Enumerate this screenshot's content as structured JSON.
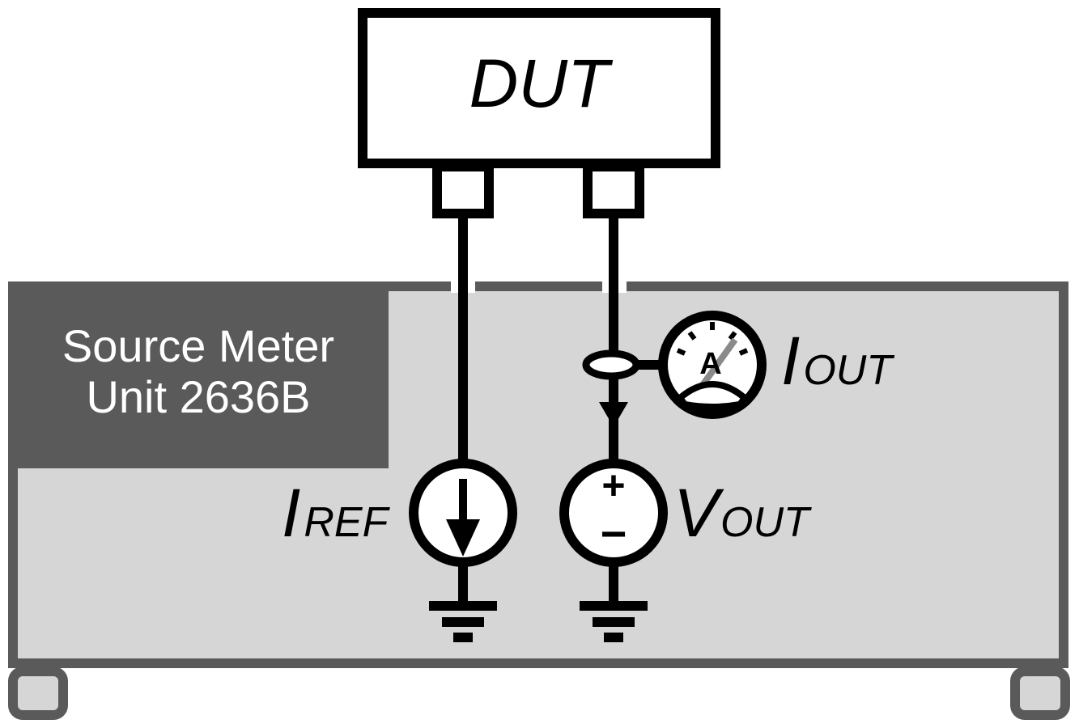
{
  "dut": {
    "label": "DUT"
  },
  "instrument": {
    "line1": "Source Meter",
    "line2": "Unit 2636B"
  },
  "current_source": {
    "symbol": "I",
    "subscript": "REF"
  },
  "voltage_source": {
    "symbol": "V",
    "subscript": "OUT",
    "plus": "+",
    "minus": "−"
  },
  "ammeter": {
    "letter": "A",
    "symbol": "I",
    "subscript": "OUT"
  },
  "colors": {
    "stroke": "#000000",
    "instrument_fill": "#d6d6d6",
    "instrument_border": "#5a5a5a",
    "label_panel": "#5a5a5a",
    "label_text": "#ffffff",
    "background": "#ffffff"
  }
}
